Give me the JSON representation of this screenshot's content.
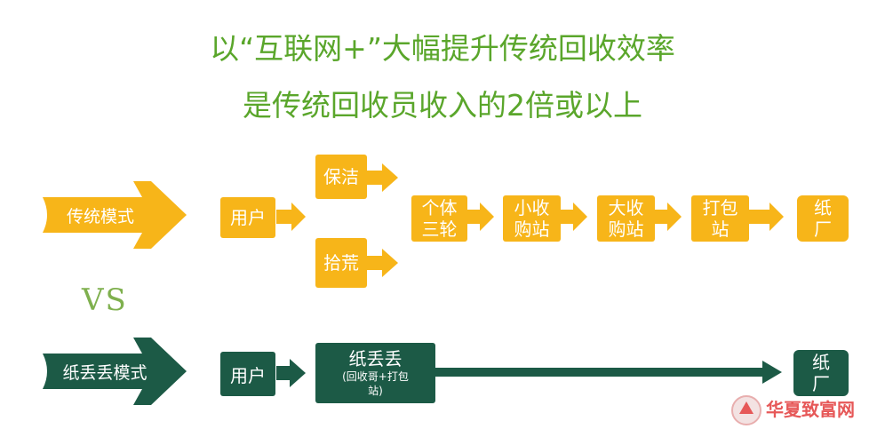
{
  "titles": {
    "line1": "以“互联网+”大幅提升传统回收效率",
    "line2": "是传统回收员收入的2倍或以上"
  },
  "traditional": {
    "mode_label": "传统模式",
    "user": "用户",
    "clean": "保洁",
    "scavenge": "拾荒",
    "tricycle_1": "个体",
    "tricycle_2": "三轮",
    "small_1": "小收",
    "small_2": "购站",
    "big_1": "大收",
    "big_2": "购站",
    "pack_1": "打包",
    "pack_2": "站",
    "mill_1": "纸",
    "mill_2": "厂"
  },
  "vs": "VS",
  "zhidiudiu": {
    "mode_label": "纸丢丢模式",
    "user": "用户",
    "name": "纸丢丢",
    "sub_1": "(回收哥+打包",
    "sub_2": "站)",
    "mill_1": "纸",
    "mill_2": "厂"
  },
  "colors": {
    "title_green": "#5aa62b",
    "yellow": "#f7b519",
    "dark_green": "#1c5a46",
    "vs_green": "#7fb04e"
  }
}
